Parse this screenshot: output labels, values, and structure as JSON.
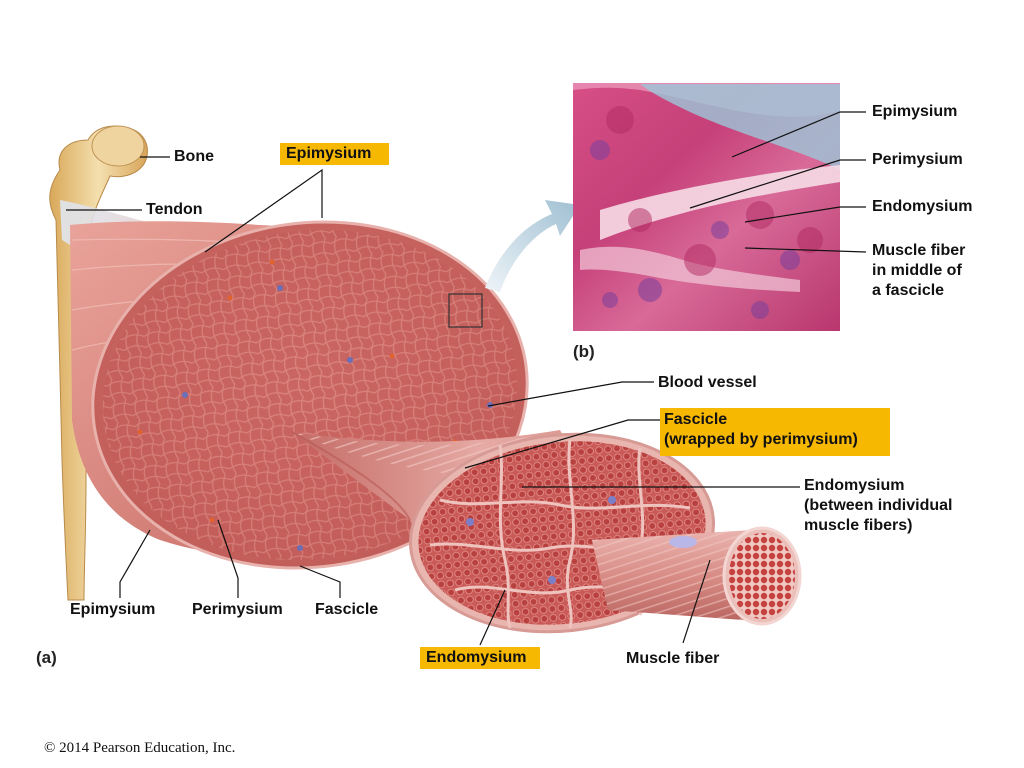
{
  "labels": {
    "bone": "Bone",
    "tendon": "Tendon",
    "epimysium_top": "Epimysium",
    "epimysium_bottom": "Epimysium",
    "perimysium_bottom": "Perimysium",
    "fascicle_bottom": "Fascicle",
    "endomysium_bottom": "Endomysium",
    "muscle_fiber_bottom": "Muscle fiber",
    "blood_vessel": "Blood vessel",
    "fascicle_wrapped_line1": "Fascicle",
    "fascicle_wrapped_line2": "(wrapped by perimysium)",
    "endomysium_between_line1": "Endomysium",
    "endomysium_between_line2": "(between individual",
    "endomysium_between_line3": "muscle fibers)"
  },
  "micrograph_labels": {
    "epimysium": "Epimysium",
    "perimysium": "Perimysium",
    "endomysium": "Endomysium",
    "muscle_fiber_line1": "Muscle fiber",
    "muscle_fiber_line2": "in middle of",
    "muscle_fiber_line3": "a fascicle"
  },
  "parts": {
    "a": "(a)",
    "b": "(b)"
  },
  "copyright": "© 2014 Pearson Education, Inc.",
  "colors": {
    "highlight": "#f6b800",
    "muscle": "#c95f5c",
    "bone": "#e8c68a",
    "stain": "#d0487f"
  }
}
